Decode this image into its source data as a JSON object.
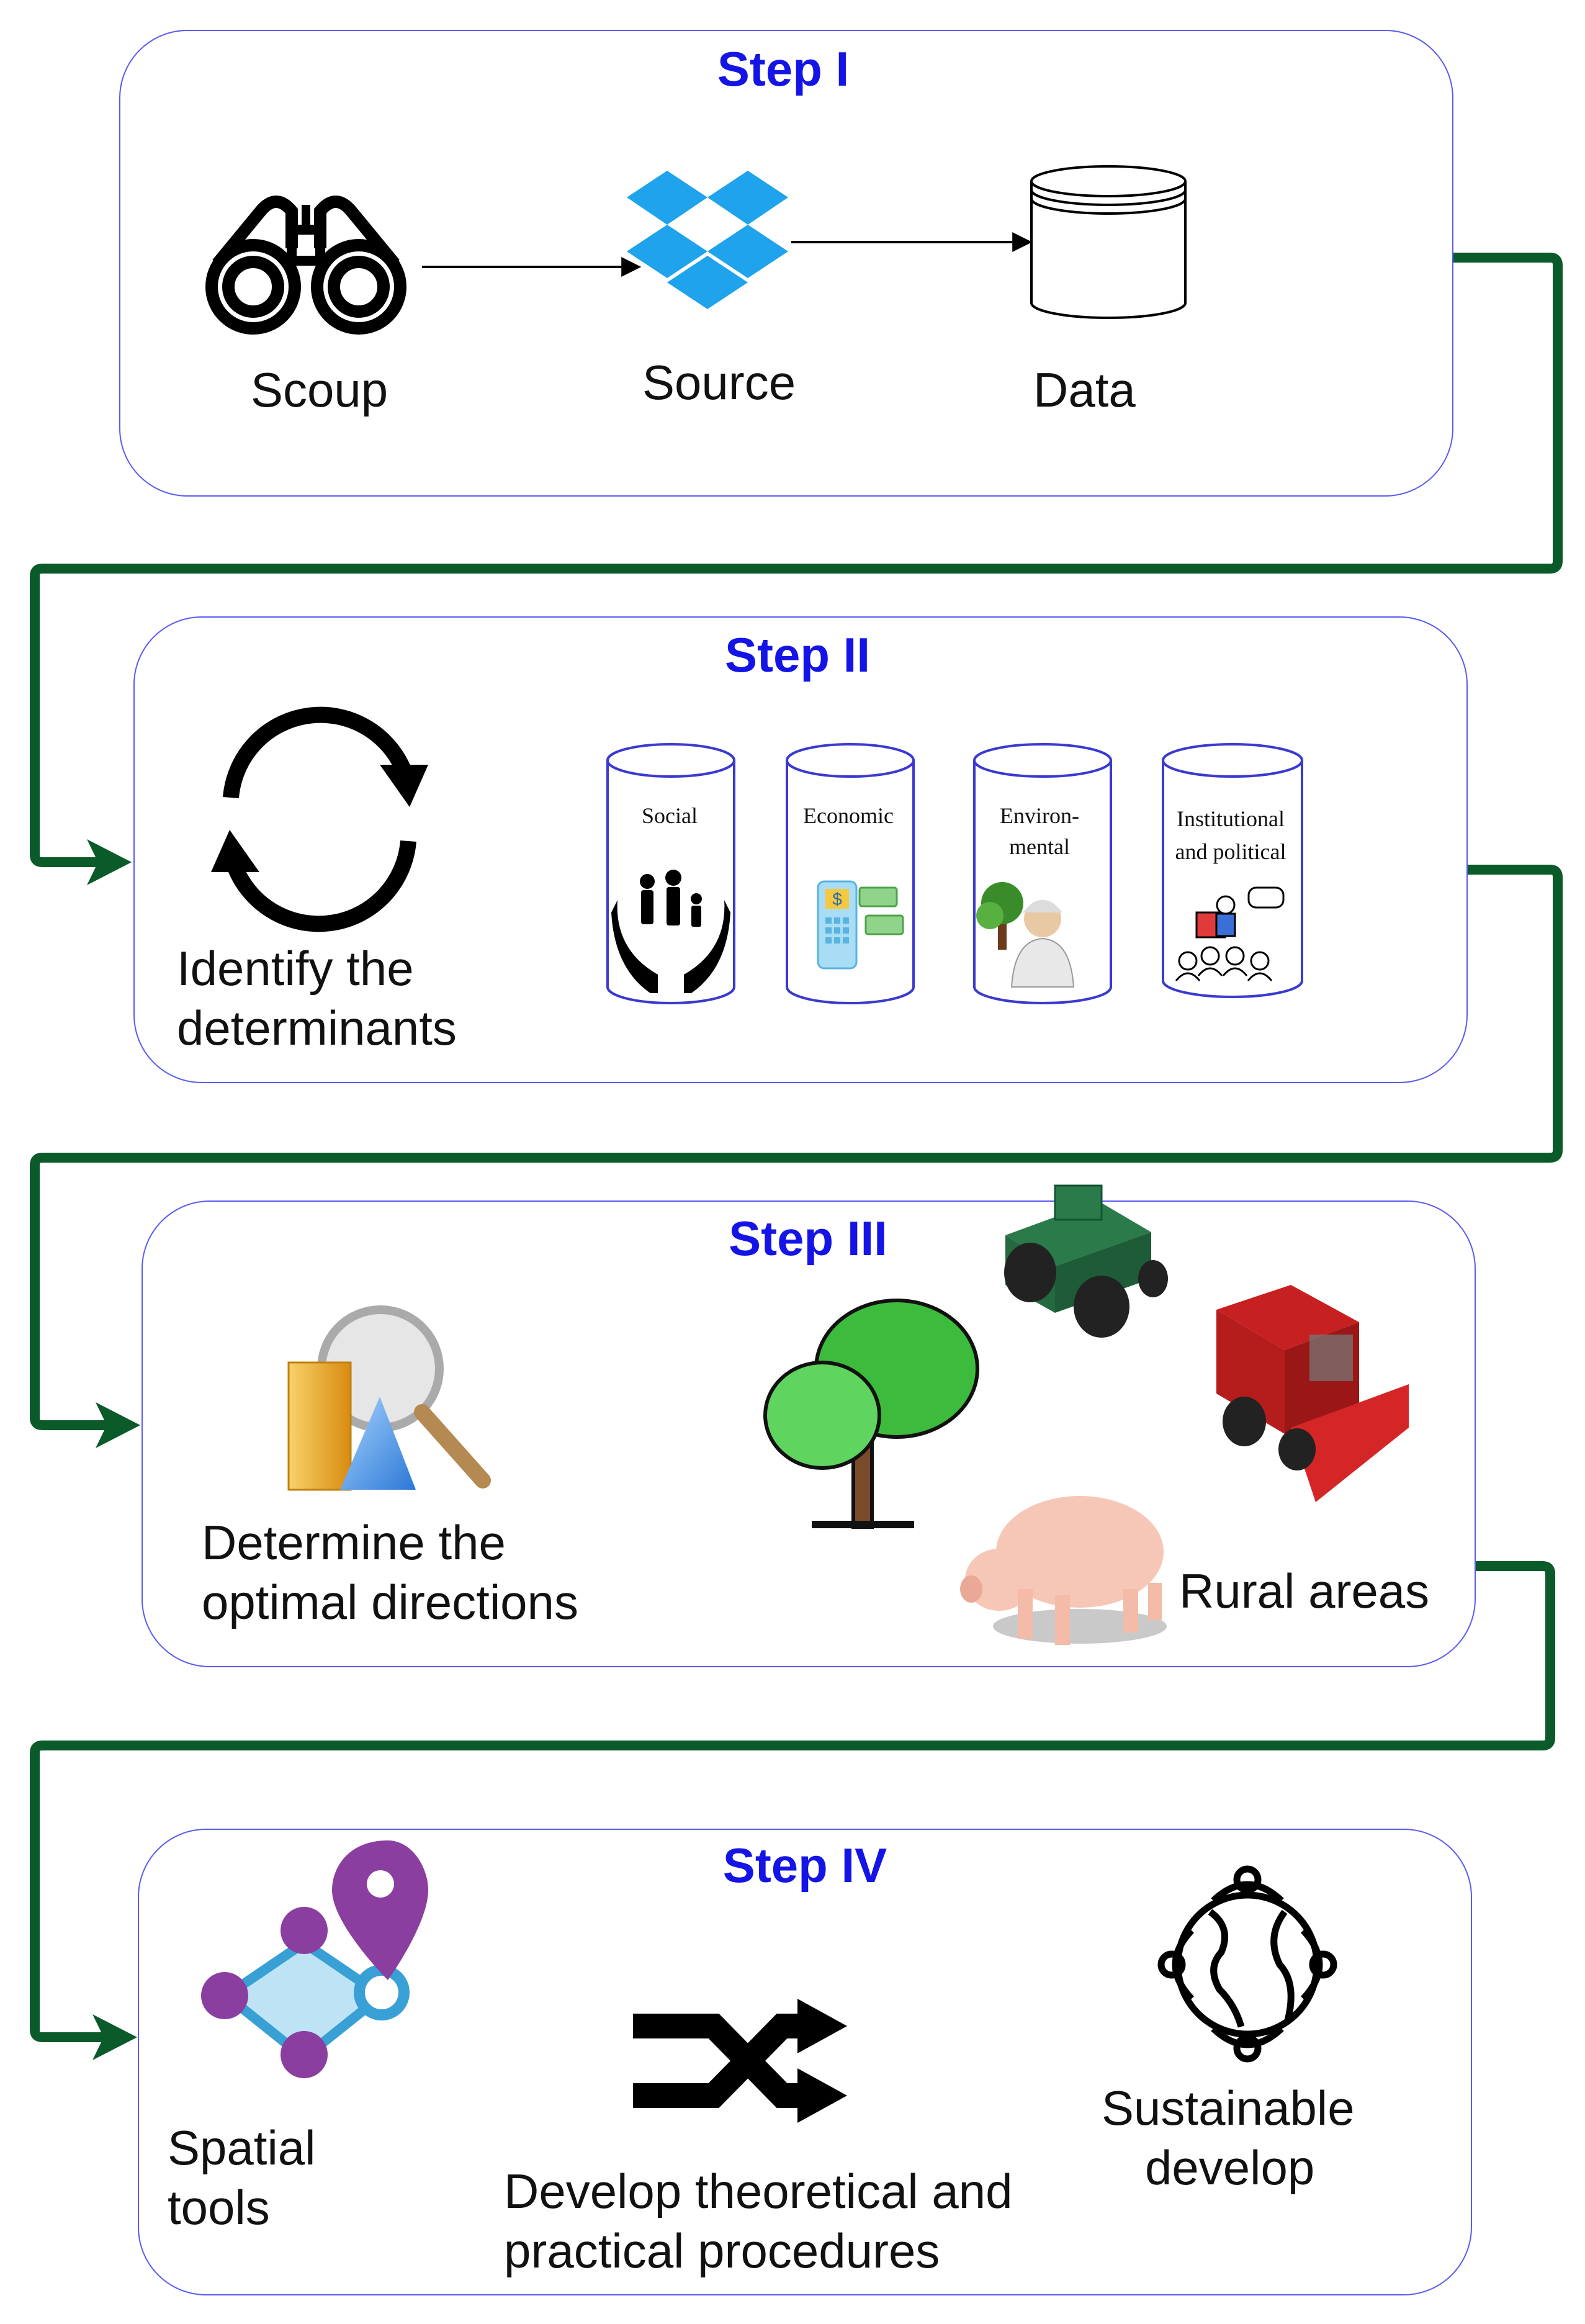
{
  "colors": {
    "box_border": "#5b5bf0",
    "step_title": "#1414e6",
    "connector": "#0b5a2a"
  },
  "steps": [
    {
      "title": "Step I",
      "items": [
        {
          "icon": "binoculars-icon",
          "label": "Scoup"
        },
        {
          "icon": "dropbox-icon",
          "label": "Source"
        },
        {
          "icon": "database-icon",
          "label": "Data"
        }
      ]
    },
    {
      "title": "Step II",
      "main_icon": "refresh-cycle-icon",
      "label_line1": "Identify the",
      "label_line2": "determinants",
      "determinants": [
        {
          "line1": "Social",
          "line2": "",
          "icon": "family-hands-icon"
        },
        {
          "line1": "Economic",
          "line2": "",
          "icon": "payment-terminal-icon"
        },
        {
          "line1": "Environ-",
          "line2": "mental",
          "icon": "environmentalist-icon"
        },
        {
          "line1": "Institutional",
          "line2": "and political",
          "icon": "speaker-audience-icon"
        }
      ]
    },
    {
      "title": "Step III",
      "main_icon": "search-analysis-icon",
      "label_line1": "Determine the",
      "label_line2": "optimal directions",
      "rural_label": "Rural areas",
      "rural_icons": [
        "tractor-icon",
        "combine-harvester-icon",
        "tree-icon",
        "pig-icon"
      ]
    },
    {
      "title": "Step IV",
      "spatial_label_line1": "Spatial",
      "spatial_label_line2": "tools",
      "procedures_label_line1": "Develop theoretical and",
      "procedures_label_line2": "practical procedures",
      "sustainable_label_line1": "Sustainable",
      "sustainable_label_line2": "develop",
      "icons": [
        "map-pin-polygon-icon",
        "shuffle-arrows-icon",
        "globe-people-icon"
      ]
    }
  ]
}
